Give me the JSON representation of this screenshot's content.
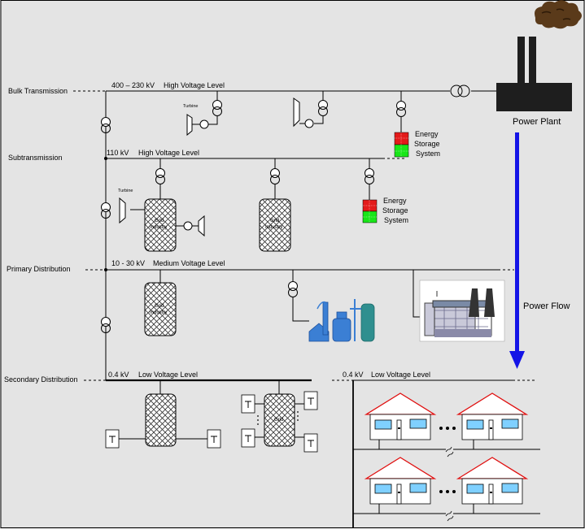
{
  "levels": {
    "bulk": "Bulk Transmission",
    "sub": "Subtransmission",
    "primary": "Primary Distribution",
    "secondary": "Secondary Distribution"
  },
  "buses": {
    "b1_kv": "400 – 230 kV",
    "b1_name": "High Voltage Level",
    "b2_kv": "110 kV",
    "b2_name": "High Voltage Level",
    "b3_kv": "10 - 30 kV",
    "b3_name": "Medium Voltage Level",
    "b4_kv": "0.4 kV",
    "b4_name": "Low Voltage Level",
    "b5_kv": "0.4 kV",
    "b5_name": "Low Voltage Level"
  },
  "labels": {
    "turbine": "Turbine",
    "grid_industry_1": "Grid",
    "grid_industry_2": "Industry",
    "storage_1": "Energy",
    "storage_2": "Storage",
    "storage_3": "System",
    "power_plant": "Power Plant",
    "power_flow": "Power Flow",
    "gen_symbol": "G~"
  },
  "colors": {
    "flow_arrow": "#1414e6",
    "storage_top": "#e31a1a",
    "storage_bottom": "#19e619",
    "roof": "#e01010",
    "plant_dark": "#1e1e1e",
    "smoke": "#5a3a1a"
  }
}
